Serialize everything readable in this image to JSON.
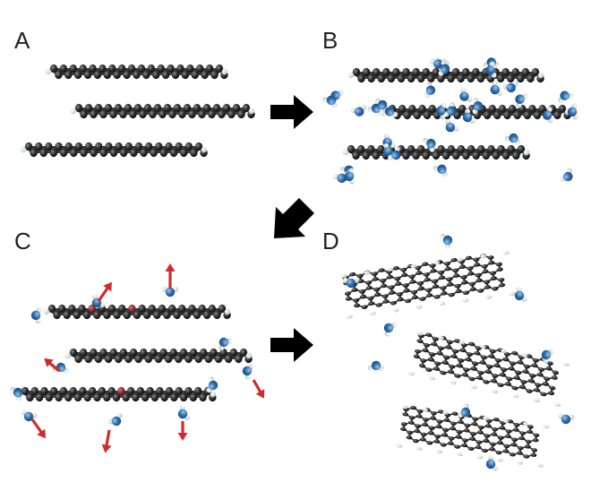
{
  "panels": [
    {
      "id": "A",
      "label": "A"
    },
    {
      "id": "B",
      "label": "B"
    },
    {
      "id": "C",
      "label": "C"
    },
    {
      "id": "D",
      "label": "D"
    }
  ],
  "colors": {
    "carbon": "#2b2b2b",
    "hydrogen": "#dfe8e3",
    "water_oxygen": "#2f6fae",
    "arrow_process": "#000000",
    "arrow_force": "#d22a2a"
  },
  "icons": {
    "arrow_a_to_b": "arrow-right-icon",
    "arrow_b_to_c": "arrow-down-left-icon",
    "arrow_c_to_d": "arrow-right-icon"
  }
}
